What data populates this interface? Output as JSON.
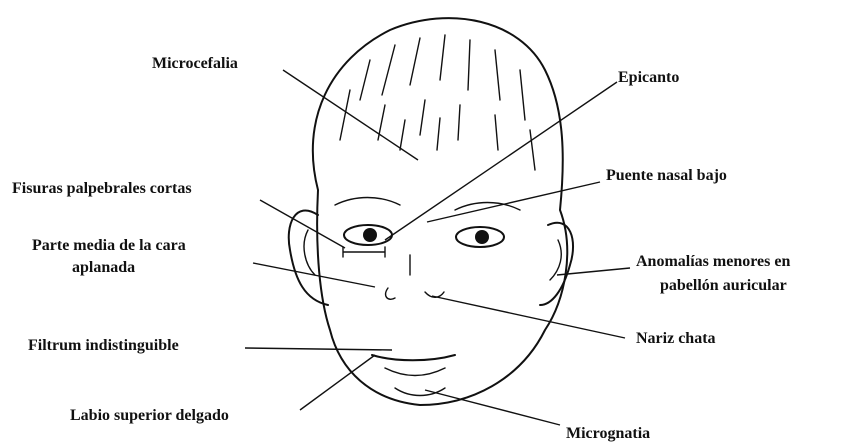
{
  "labels": {
    "microcefalia": "Microcefalia",
    "epicanto": "Epicanto",
    "puente_nasal": "Puente nasal bajo",
    "fisuras": "Fisuras palpebrales cortas",
    "parte_media_1": "Parte media de la cara",
    "parte_media_2": "aplanada",
    "anomalias_1": "Anomalías menores en",
    "anomalias_2": "pabellón auricular",
    "filtrum": "Filtrum indistinguible",
    "nariz": "Nariz chata",
    "labio": "Labio superior delgado",
    "micrognatia": "Micrognatia"
  },
  "colors": {
    "ink": "#111111",
    "background": "#ffffff"
  }
}
